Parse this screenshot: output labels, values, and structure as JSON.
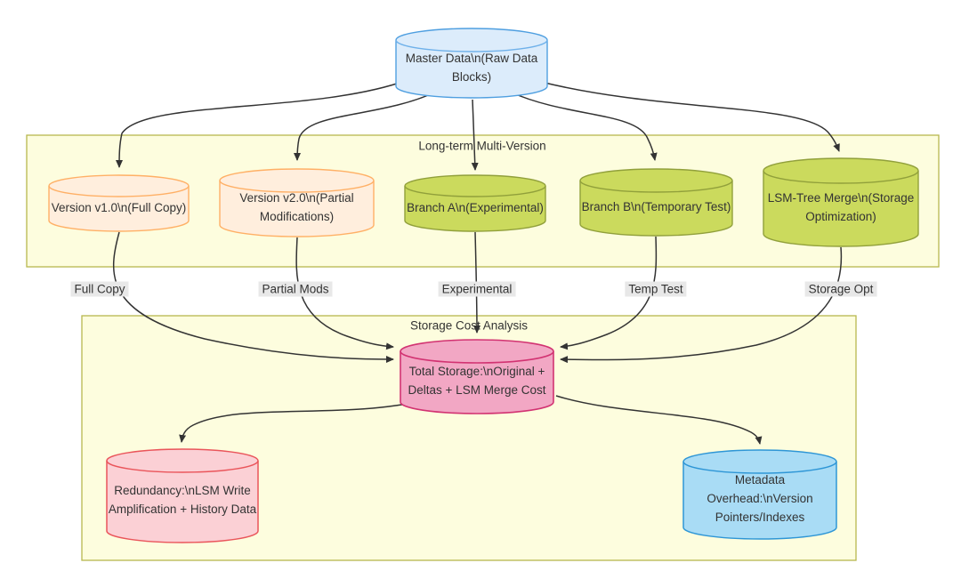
{
  "clusters": {
    "longterm": {
      "title": "Long-term Multi-Version"
    },
    "storage_cost": {
      "title": "Storage Cost Analysis"
    }
  },
  "nodes": {
    "master": {
      "label": "Master Data\\n(Raw Data Blocks)",
      "shape": "cylinder",
      "fill": "#dcecfb",
      "stroke": "#4f9fe0"
    },
    "v1": {
      "label": "Version v1.0\\n(Full Copy)",
      "shape": "cylinder",
      "fill": "#ffeedd",
      "stroke": "#ffb066"
    },
    "v2": {
      "label": "Version v2.0\\n(Partial Modifications)",
      "shape": "cylinder",
      "fill": "#ffeedd",
      "stroke": "#ffb066"
    },
    "branch_a": {
      "label": "Branch A\\n(Experimental)",
      "shape": "cylinder",
      "fill": "#cbda5d",
      "stroke": "#91a03b"
    },
    "branch_b": {
      "label": "Branch B\\n(Temporary Test)",
      "shape": "cylinder",
      "fill": "#cbda5d",
      "stroke": "#91a03b"
    },
    "lsm": {
      "label": "LSM-Tree Merge\\n(Storage Optimization)",
      "shape": "cylinder",
      "fill": "#cbda5d",
      "stroke": "#91a03b"
    },
    "total": {
      "label": "Total Storage:\\nOriginal + Deltas + LSM Merge Cost",
      "shape": "cylinder",
      "fill": "#f2a7c4",
      "stroke": "#d23372"
    },
    "redundancy": {
      "label": "Redundancy:\\nLSM Write Amplification + History Data",
      "shape": "cylinder",
      "fill": "#fbd0d5",
      "stroke": "#ea555b"
    },
    "metadata": {
      "label": "Metadata Overhead:\\nVersion Pointers/Indexes",
      "shape": "cylinder",
      "fill": "#a9dcf5",
      "stroke": "#2e96d6"
    }
  },
  "edge_labels": {
    "full_copy": "Full Copy",
    "partial_mods": "Partial Mods",
    "experimental": "Experimental",
    "temp_test": "Temp Test",
    "storage_opt": "Storage Opt"
  },
  "colors": {
    "edge": "#333333",
    "edge_label_bg": "#e8e8e8",
    "cluster_fill": "#fdfdde",
    "cluster_stroke": "#b7b74e",
    "text": "#333333"
  }
}
